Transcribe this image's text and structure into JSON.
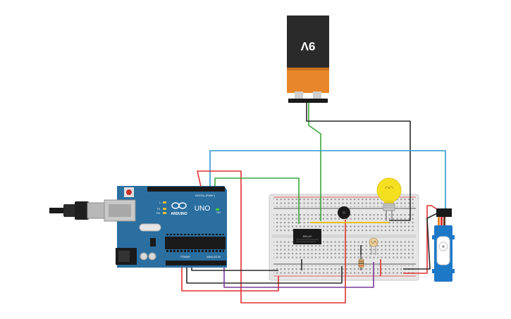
{
  "battery": {
    "label": "9V"
  },
  "arduino": {
    "brand": "UNO",
    "logo_text": "ARDUINO",
    "digital_header": "DIGITAL (PWM~)",
    "power_header": "POWER",
    "analog_header": "ANALOG IN",
    "led_l": "L",
    "led_tx": "TX",
    "led_rx": "RX",
    "on_label": "ON"
  },
  "relay": {
    "label": "RELAY"
  },
  "colors": {
    "wire_red": "#e03030",
    "wire_black": "#2a2a2a",
    "wire_green": "#3aa83a",
    "wire_blue": "#2a9ad0",
    "wire_purple": "#7a3a9a",
    "wire_yellow": "#e8c020",
    "board_teal": "#2a6fa0",
    "servo_blue": "#1e78c8",
    "bulb_yellow": "#f5e020"
  },
  "icons": {
    "battery": "battery-9v-icon",
    "bulb": "light-bulb-icon",
    "servo": "servo-motor-icon",
    "buzzer": "buzzer-icon",
    "ldr": "photoresistor-icon"
  }
}
